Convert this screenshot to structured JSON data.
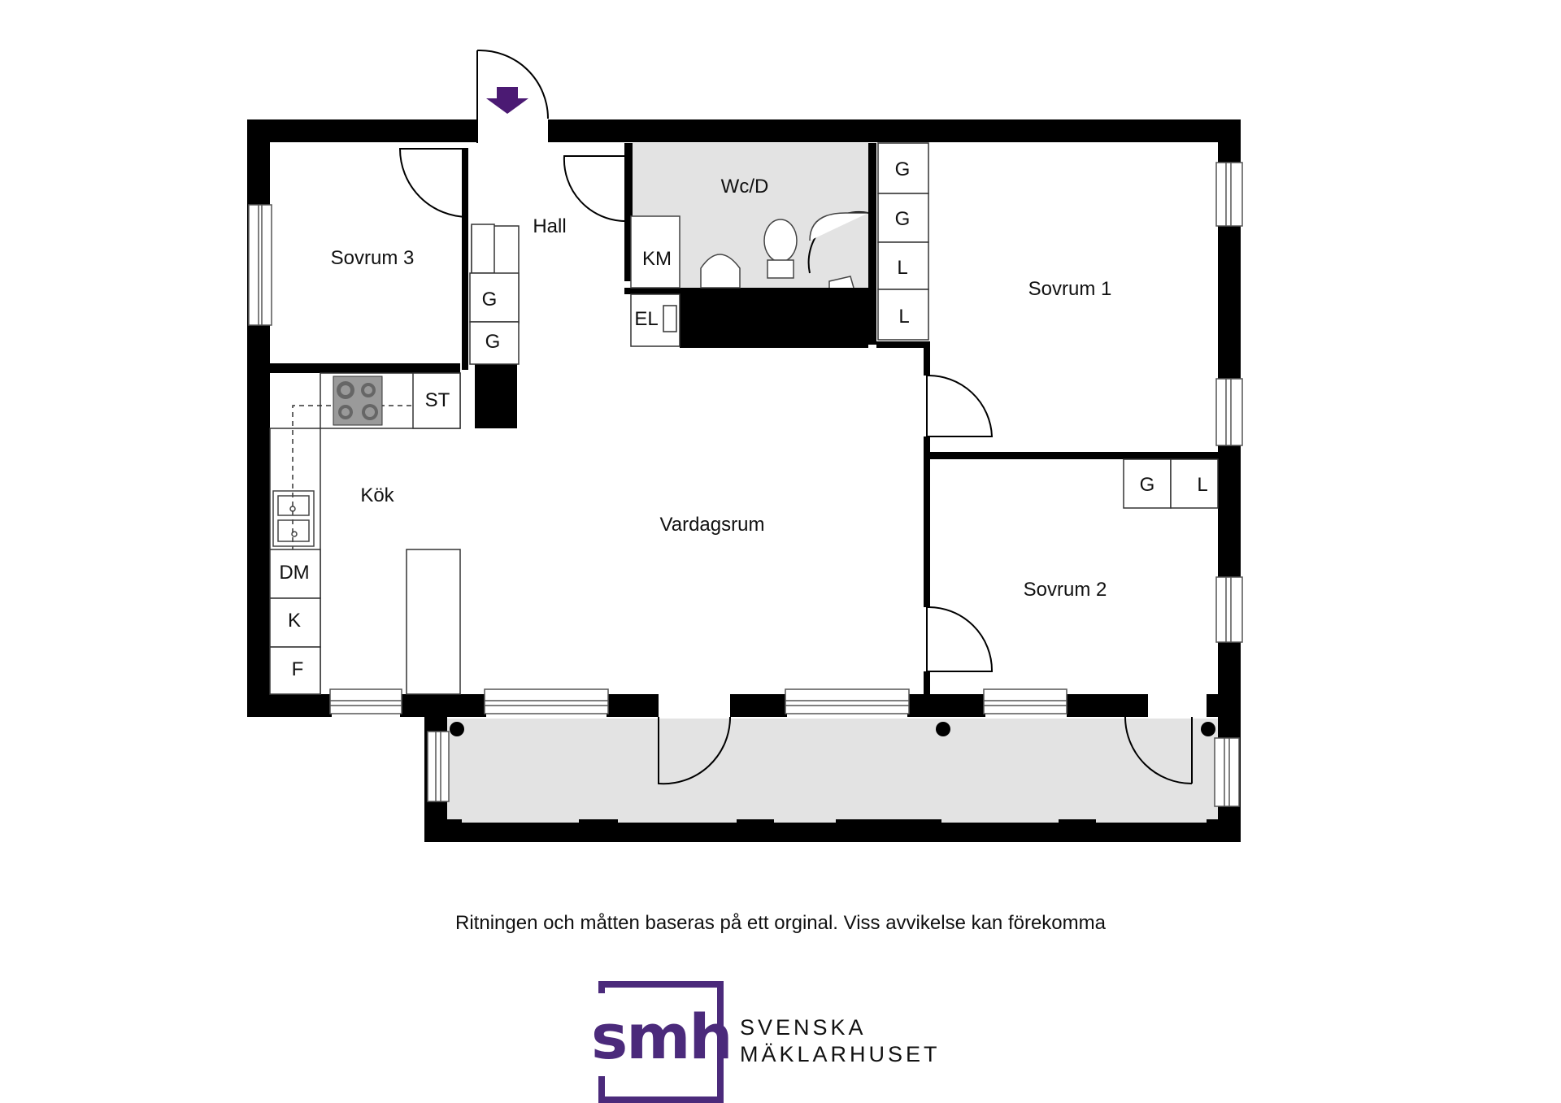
{
  "rooms": {
    "hall": "Hall",
    "wcd": "Wc/D",
    "sovrum1": "Sovrum 1",
    "sovrum2": "Sovrum 2",
    "sovrum3": "Sovrum 3",
    "kok": "Kök",
    "vardagsrum": "Vardagsrum"
  },
  "fixtures": {
    "km": "KM",
    "el": "EL",
    "st": "ST",
    "dm": "DM",
    "k": "K",
    "f": "F",
    "g": "G",
    "l": "L"
  },
  "disclaimer": "Ritningen och måtten baseras på ett orginal. Viss avvikelse kan förekomma",
  "logo": {
    "mark": "smh",
    "line1": "SVENSKA",
    "line2": "MÄKLARHUSET",
    "color": "#4b2a7b"
  },
  "colors": {
    "wall": "#000000",
    "wet_room": "#e3e3e3",
    "balcony": "#e3e3e3",
    "entrance_arrow": "#4b1a73"
  }
}
